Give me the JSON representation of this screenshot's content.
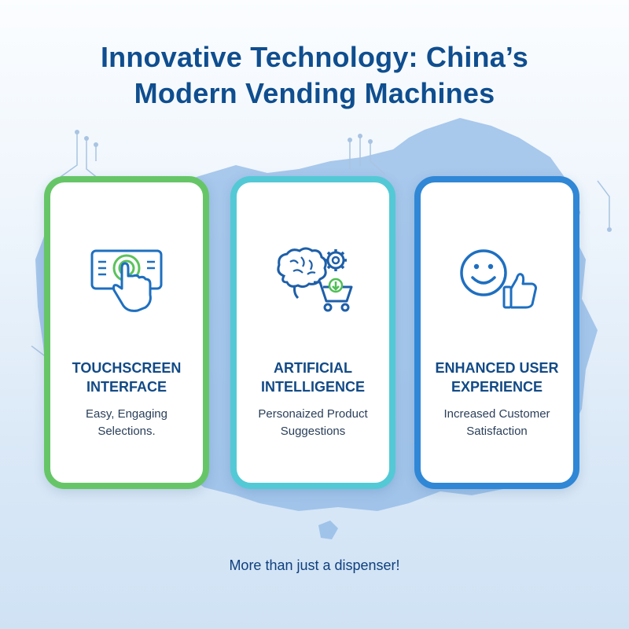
{
  "title": {
    "line1": "Innovative Technology: China’s",
    "line2": "Modern Vending Machines"
  },
  "cards": [
    {
      "title_line1": "TOUCHSCREEN",
      "title_line2": "INTERFACE",
      "desc_line1": "Easy, Engaging",
      "desc_line2": "Selections.",
      "icon": "touchscreen-tap-icon",
      "border_color": "#66c667"
    },
    {
      "title_line1": "ARTIFICIAL",
      "title_line2": "INTELLIGENCE",
      "desc_line1": "Personaized Product",
      "desc_line2": "Suggestions",
      "icon": "brain-gear-cart-icon",
      "border_color": "#53c9d6"
    },
    {
      "title_line1": "ENHANCED USER",
      "title_line2": "EXPERIENCE",
      "desc_line1": "Increased Customer",
      "desc_line2": "Satisfaction",
      "icon": "smiley-thumbs-up-icon",
      "border_color": "#2f87d6"
    }
  ],
  "footer": "More than just a dispenser!",
  "colors": {
    "title": "#0f4e8f",
    "map": "#8fb8e6",
    "circuit": "#a9c4e2"
  }
}
